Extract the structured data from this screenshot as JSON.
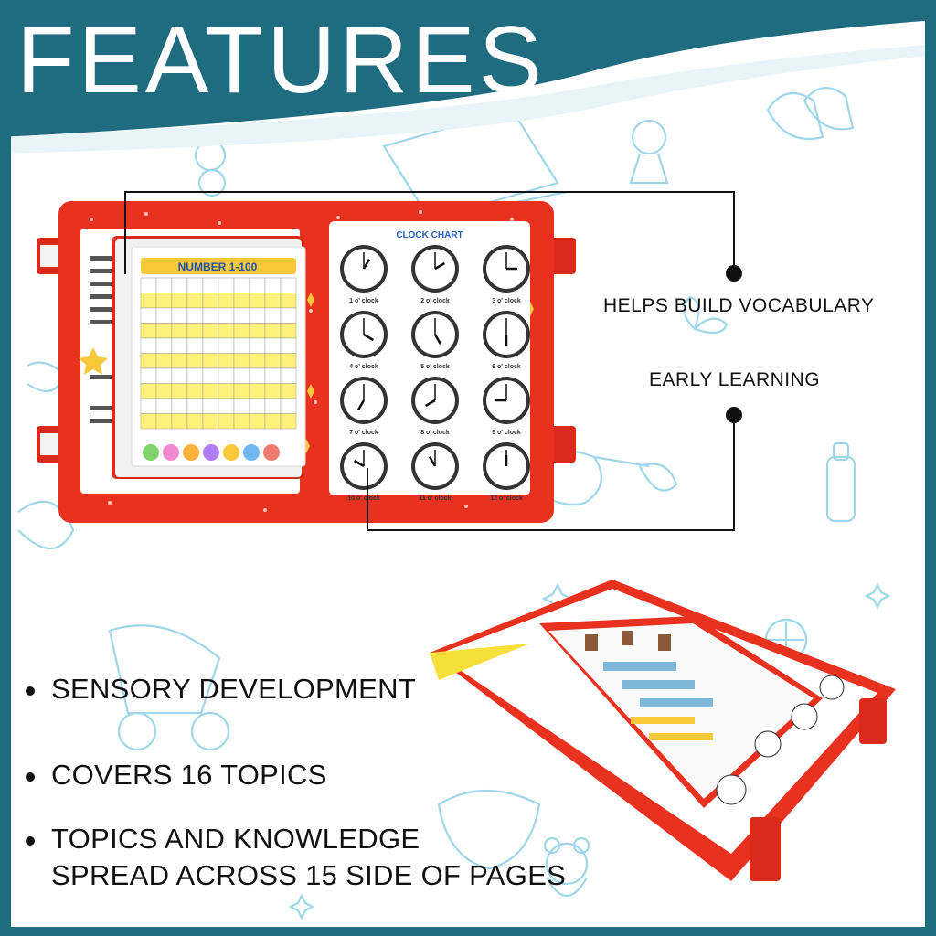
{
  "header": {
    "title": "FEATURES"
  },
  "colors": {
    "brand_teal": "#1f6b80",
    "doodle_blue": "#8fd0e8",
    "fabric_red": "#e8321f",
    "text_dark": "#111111"
  },
  "callouts": [
    {
      "label": "HELPS BUILD VOCABULARY"
    },
    {
      "label": "EARLY LEARNING"
    }
  ],
  "bullets": [
    {
      "text": "SENSORY DEVELOPMENT"
    },
    {
      "text": "COVERS 16 TOPICS"
    },
    {
      "text": "TOPICS AND KNOWLEDGE"
    },
    {
      "text": "SPREAD ACROSS 15 SIDE OF PAGES"
    }
  ],
  "book": {
    "left_page_title": "NUMBER 1-100",
    "right_page_title": "CLOCK CHART",
    "clock_labels": [
      "1 o' clock",
      "2 o' clock",
      "3 o' clock",
      "4 o' clock",
      "5 o' clock",
      "6 o' clock",
      "7 o' clock",
      "8 o' clock",
      "9 o' clock",
      "10 o' clock",
      "11 o' clock",
      "12 o' clock"
    ]
  }
}
